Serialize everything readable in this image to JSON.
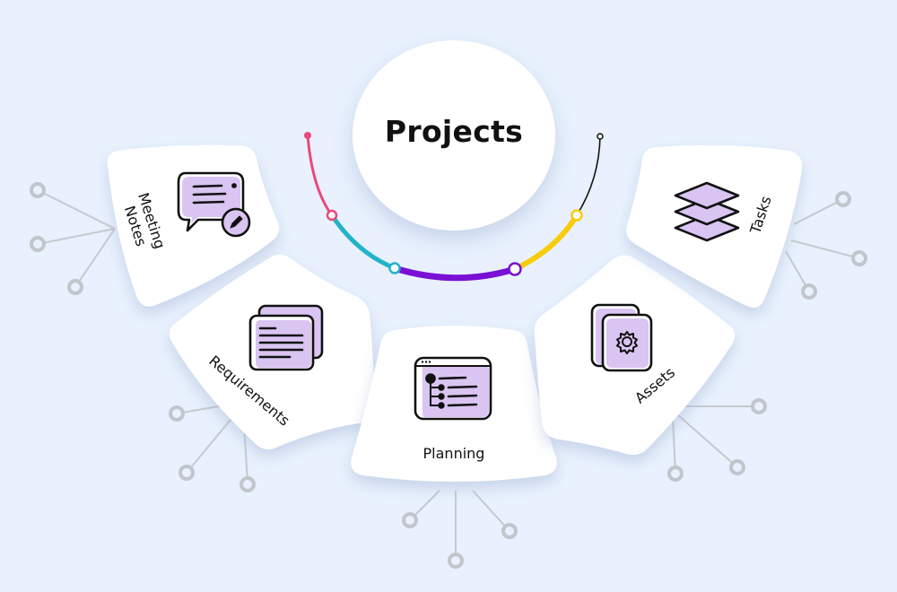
{
  "hub": {
    "title": "Projects"
  },
  "nodes": [
    {
      "id": "meeting-notes",
      "label_line1": "Meeting",
      "label_line2": "Notes",
      "icon": "chat-bubble-edit-icon"
    },
    {
      "id": "requirements",
      "label": "Requirements",
      "icon": "stacked-documents-icon"
    },
    {
      "id": "planning",
      "label": "Planning",
      "icon": "browser-tree-list-icon"
    },
    {
      "id": "assets",
      "label": "Assets",
      "icon": "folder-gear-icon"
    },
    {
      "id": "tasks",
      "label": "Tasks",
      "icon": "layers-stack-icon"
    }
  ],
  "arc_colors": {
    "segment_1": "#e84a7a",
    "segment_2": "#22b3c9",
    "segment_3": "#7a10d4",
    "segment_4": "#f8cc0a",
    "segment_5": "#111111"
  },
  "colors": {
    "background": "#e8f1fd",
    "card": "#ffffff",
    "icon_fill": "#d9c4f2",
    "connector": "#c2c6cc"
  }
}
